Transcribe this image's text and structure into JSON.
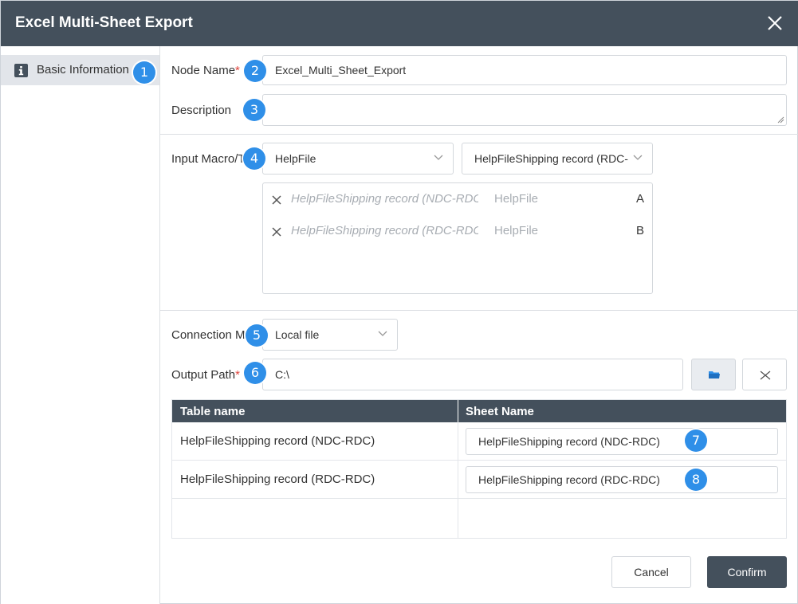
{
  "dialog": {
    "title": "Excel Multi-Sheet Export"
  },
  "sidebar": {
    "items": [
      {
        "label": "Basic Information",
        "icon": "info-icon"
      }
    ]
  },
  "badges": [
    "1",
    "2",
    "3",
    "4",
    "5",
    "6",
    "7",
    "8"
  ],
  "form": {
    "node_name_label": "Node Name",
    "required_mark": "*",
    "node_name_value": "Excel_Multi_Sheet_Export",
    "description_label": "Description",
    "description_value": "",
    "input_macro_label": "Input Macro/Table",
    "input_macro_select": "HelpFile",
    "input_table_select": "HelpFileShipping record (RDC-RDC)",
    "selected_tables": [
      {
        "name": "HelpFileShipping record (NDC-RDC)",
        "source": "HelpFile",
        "column": "A"
      },
      {
        "name": "HelpFileShipping record (RDC-RDC)",
        "source": "HelpFile",
        "column": "B"
      }
    ],
    "connection_label": "Connection Method",
    "connection_value": "Local file",
    "output_path_label": "Output Path",
    "output_path_value": "C:\\"
  },
  "sheet_table": {
    "headers": [
      "Table name",
      "Sheet Name"
    ],
    "rows": [
      {
        "table": "HelpFileShipping record (NDC-RDC)",
        "sheet": "HelpFileShipping record (NDC-RDC)"
      },
      {
        "table": "HelpFileShipping record (RDC-RDC)",
        "sheet": "HelpFileShipping record (RDC-RDC)"
      }
    ]
  },
  "footer": {
    "cancel_label": "Cancel",
    "confirm_label": "Confirm"
  },
  "colors": {
    "header_bg": "#44505c",
    "badge": "#2f8fe8",
    "required": "#e0443c",
    "folder_icon": "#2f8fe8"
  }
}
